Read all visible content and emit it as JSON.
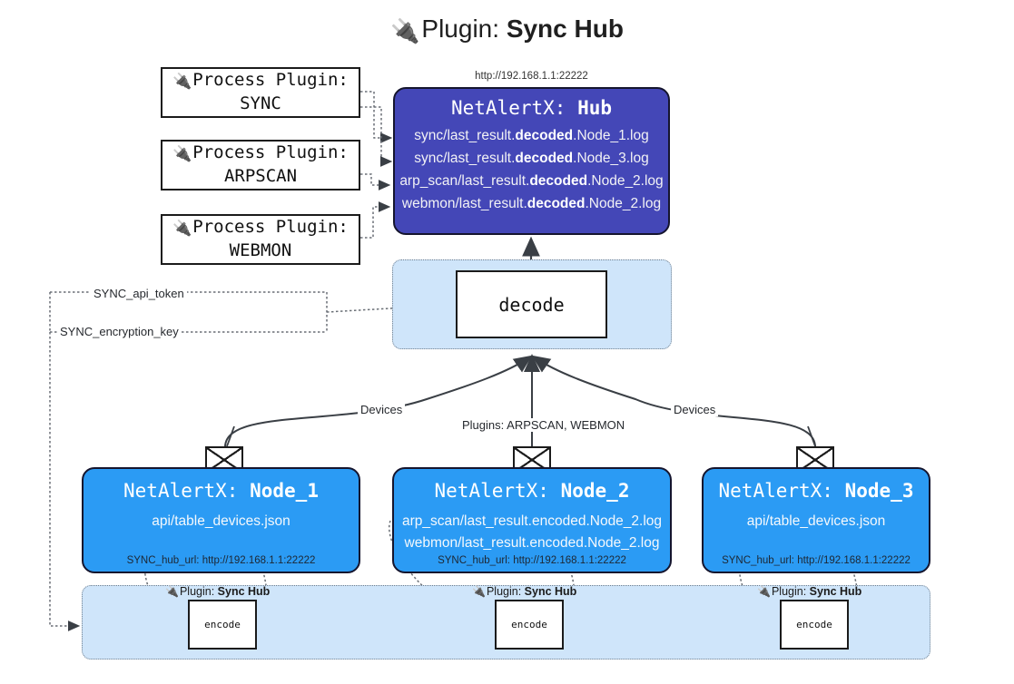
{
  "title": {
    "icon": "plug-icon",
    "glyph": "🔌",
    "prefix": "Plugin:",
    "name": "Sync Hub"
  },
  "colors": {
    "hub_fill": "#4447b7",
    "node_fill": "#2b9bf4",
    "cluster_fill": "#cfe5fa",
    "box_stroke": "#1b1b1b",
    "edge_stroke": "#3a3f45",
    "page_bg": "#ffffff"
  },
  "process_plugins": [
    {
      "line1": "Process Plugin:",
      "line2": "SYNC",
      "icon": "plug-icon",
      "glyph": "🔌"
    },
    {
      "line1": "Process Plugin:",
      "line2": "ARPSCAN",
      "icon": "plug-icon",
      "glyph": "🔌"
    },
    {
      "line1": "Process Plugin:",
      "line2": "WEBMON",
      "icon": "plug-icon",
      "glyph": "🔌"
    }
  ],
  "hub": {
    "url": "http://192.168.1.1:22222",
    "title_prefix": "NetAlertX:",
    "title_name": "Hub",
    "logs": [
      {
        "pre": "sync/last_result.",
        "mid": "decoded",
        "post": ".Node_1.log"
      },
      {
        "pre": "sync/last_result.",
        "mid": "decoded",
        "post": ".Node_3.log"
      },
      {
        "pre": "arp_scan/last_result.",
        "mid": "decoded",
        "post": ".Node_2.log"
      },
      {
        "pre": "webmon/last_result.",
        "mid": "decoded",
        "post": ".Node_2.log"
      }
    ]
  },
  "decode": {
    "label": "decode"
  },
  "nodes": [
    {
      "title_prefix": "NetAlertX:",
      "title_name": "Node_1",
      "lines": [
        "api/table_devices.json"
      ],
      "footer": "SYNC_hub_url: http://192.168.1.1:22222",
      "envelope_icon": "envelope-icon"
    },
    {
      "title_prefix": "NetAlertX:",
      "title_name": "Node_2",
      "lines": [
        "arp_scan/last_result.encoded.Node_2.log",
        "webmon/last_result.encoded.Node_2.log"
      ],
      "footer": "SYNC_hub_url: http://192.168.1.1:22222",
      "envelope_icon": "envelope-icon"
    },
    {
      "title_prefix": "NetAlertX:",
      "title_name": "Node_3",
      "lines": [
        "api/table_devices.json"
      ],
      "footer": "SYNC_hub_url: http://192.168.1.1:22222",
      "envelope_icon": "envelope-icon"
    }
  ],
  "encode_boxes": [
    {
      "label": "encode",
      "tag_prefix": "Plugin:",
      "tag_name": "Sync Hub",
      "icon": "plug-icon",
      "glyph": "🔌"
    },
    {
      "label": "encode",
      "tag_prefix": "Plugin:",
      "tag_name": "Sync Hub",
      "icon": "plug-icon",
      "glyph": "🔌"
    },
    {
      "label": "encode",
      "tag_prefix": "Plugin:",
      "tag_name": "Sync Hub",
      "icon": "plug-icon",
      "glyph": "🔌"
    }
  ],
  "edge_labels": {
    "devices_left": "Devices",
    "devices_right": "Devices",
    "plugins_center": "Plugins: ARPSCAN, WEBMON",
    "api_token": "SYNC_api_token",
    "encryption_key": "SYNC_encryption_key"
  }
}
